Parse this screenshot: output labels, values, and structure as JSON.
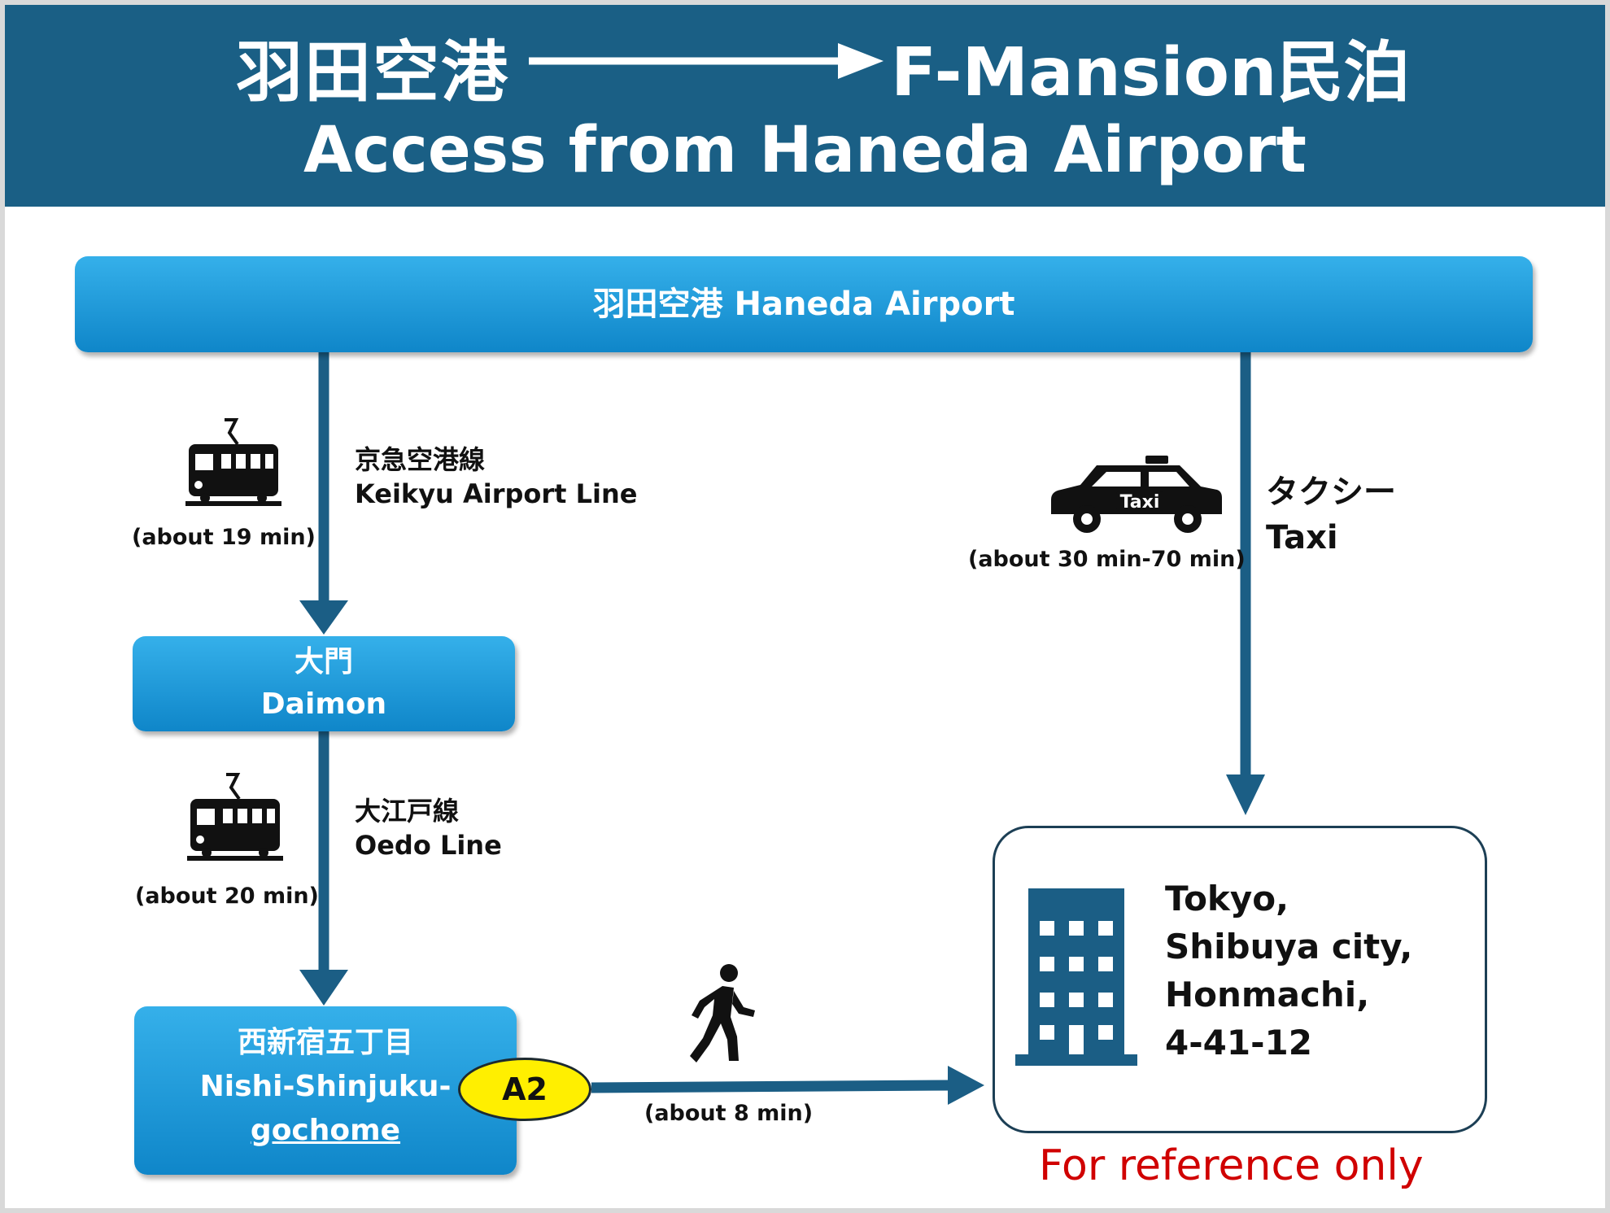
{
  "header": {
    "title_from_jp": "羽田空港",
    "title_to": "F-Mansion民泊",
    "title_en": "Access from Haneda Airport"
  },
  "nodes": {
    "airport": {
      "label": "羽田空港 Haneda Airport"
    },
    "daimon": {
      "label_jp": "大門",
      "label_en": "Daimon"
    },
    "nishi": {
      "label_jp": "西新宿五丁目",
      "label_en_1": "Nishi-Shinjuku-",
      "label_en_2": "gochome",
      "exit": "A2"
    },
    "destination": {
      "address_lines": [
        "Tokyo,",
        "Shibuya city,",
        "Honmachi,",
        "4-41-12"
      ]
    }
  },
  "routes": {
    "keikyu": {
      "name_jp": "京急空港線",
      "name_en": "Keikyu Airport Line",
      "time": "(about 19 min)"
    },
    "oedo": {
      "name_jp": "大江戸線",
      "name_en": "Oedo Line",
      "time": "(about 20 min)"
    },
    "walk": {
      "time": "(about 8 min)"
    },
    "taxi": {
      "name_jp": "タクシー",
      "name_en": "Taxi",
      "time": "(about 30 min-70 min)",
      "car_label": "Taxi"
    }
  },
  "note": "For reference only",
  "colors": {
    "header_bg": "#1a5f85",
    "box_blue": "#1a9ad9",
    "arrow": "#1b5e85",
    "badge_yellow": "#ffef00",
    "note_red": "#d00000"
  },
  "icons": [
    "train-icon",
    "taxi-icon",
    "walking-person-icon",
    "building-icon"
  ]
}
